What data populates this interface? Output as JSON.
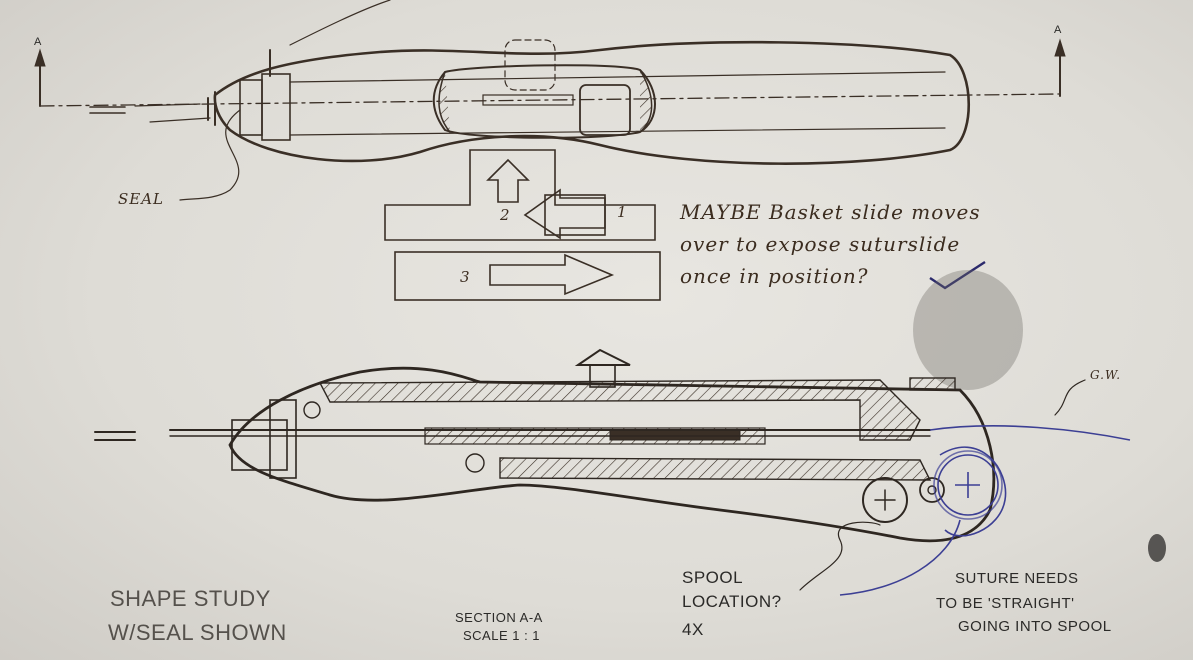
{
  "labels": {
    "section_marker_left": "A",
    "section_marker_right": "A",
    "seal": "SEAL",
    "step_1": "1",
    "step_2": "2",
    "step_3": "3",
    "note_line1": "MAYBE Basket slide moves",
    "note_line2": "over to expose suturslide",
    "note_line3": "once in position?",
    "gw": "G.W.",
    "shape_study_line1": "SHAPE STUDY",
    "shape_study_line2": "W/SEAL SHOWN",
    "section_line1": "SECTION A-A",
    "section_line2": "SCALE 1 : 1",
    "spool_line1": "SPOOL",
    "spool_line2": "LOCATION?",
    "spool_line3": "4X",
    "suture_line1": "SUTURE NEEDS",
    "suture_line2": "TO BE 'STRAIGHT'",
    "suture_line3": "GOING INTO SPOOL"
  },
  "colors": {
    "pencil": "#3a2f26",
    "blue_ink": "#3c3f94",
    "paper": "#e6e4df"
  }
}
